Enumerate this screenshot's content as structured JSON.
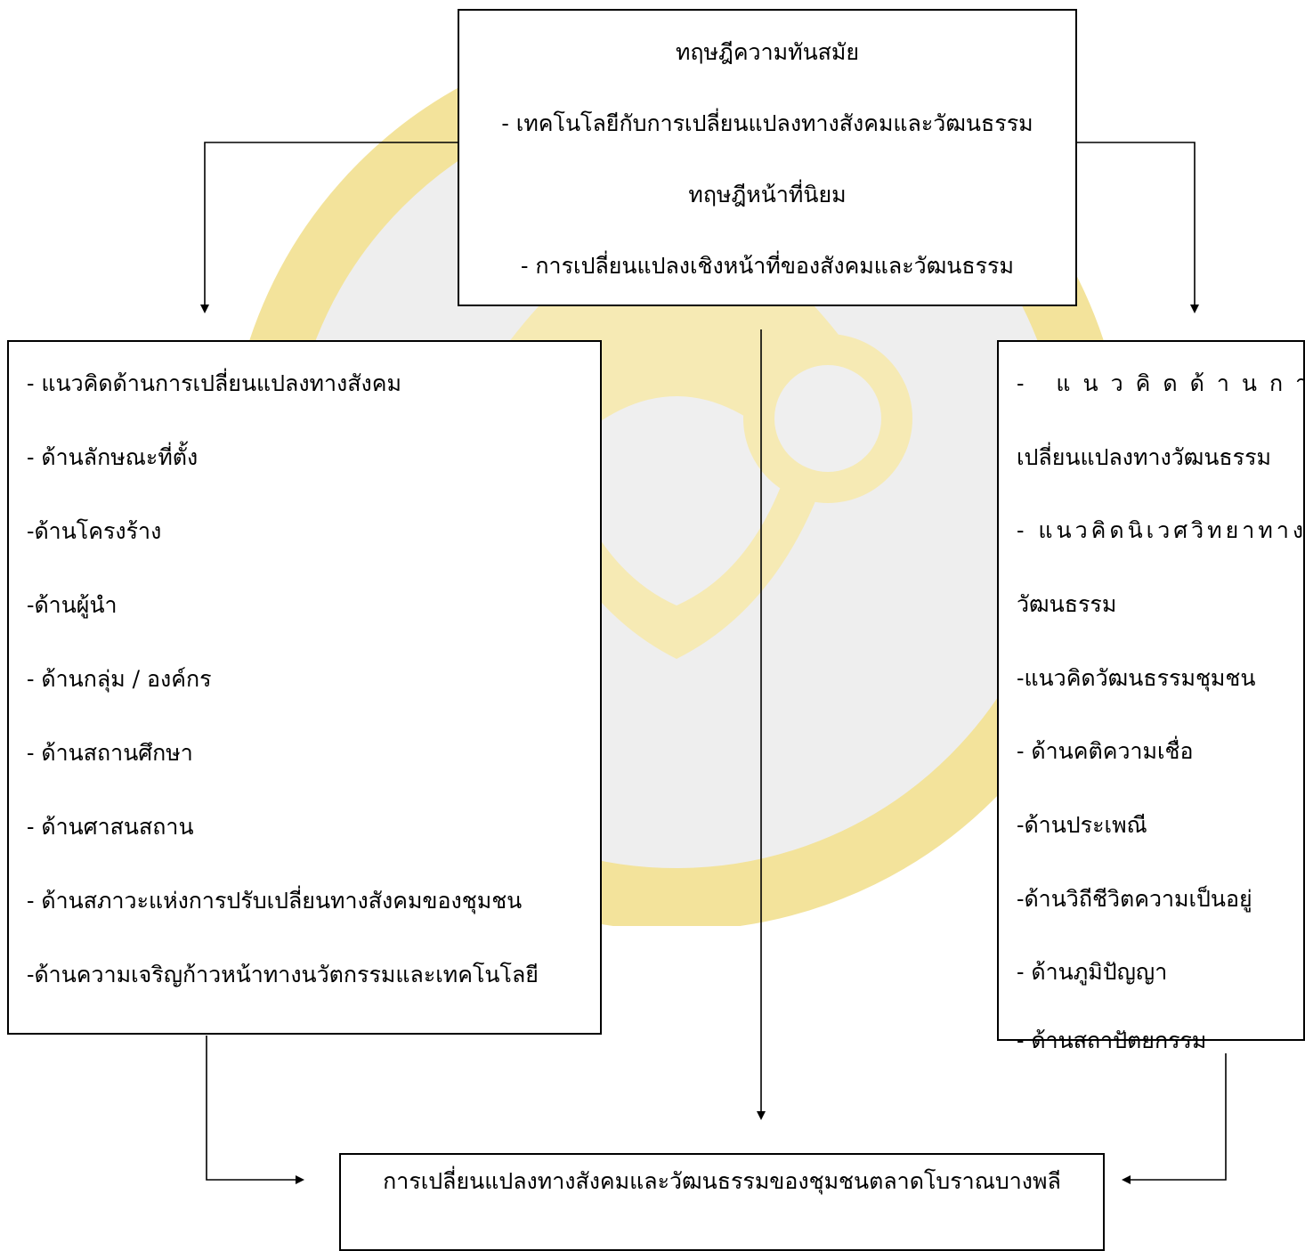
{
  "top_box": {
    "lines": [
      "ทฤษฎีความทันสมัย",
      "- เทคโนโลยีกับการเปลี่ยนแปลงทางสังคมและวัฒนธรรม",
      "ทฤษฎีหน้าที่นิยม",
      "- การเปลี่ยนแปลงเชิงหน้าที่ของสังคมและวัฒนธรรม"
    ]
  },
  "left_box": {
    "lines": [
      "- แนวคิดด้านการเปลี่ยนแปลงทางสังคม",
      "- ด้านลักษณะที่ตั้ง",
      "-ด้านโครงร้าง",
      "-ด้านผู้นำ",
      "- ด้านกลุ่ม / องค์กร",
      "- ด้านสถานศึกษา",
      "- ด้านศาสนสถาน",
      "- ด้านสภาวะแห่งการปรับเปลี่ยนทางสังคมของชุมชน",
      "-ด้านความเจริญก้าวหน้าทางนวัตกรรมและเทคโนโลยี"
    ]
  },
  "right_box": {
    "lines": [
      "- แนวคิดด้านการ",
      "เปลี่ยนแปลงทางวัฒนธรรม",
      "- แนวคิดนิเวศวิทยาทาง",
      "วัฒนธรรม",
      "-แนวคิดวัฒนธรรมชุมชน",
      "- ด้านคติความเชื่อ",
      "-ด้านประเพณี",
      "-ด้านวิถีชีวิตความเป็นอยู่",
      "- ด้านภูมิปัญญา",
      "- ด้านสถาปัตยกรรม"
    ]
  },
  "bottom_box": {
    "text": "การเปลี่ยนแปลงทางสังคมและวัฒนธรรมของชุมชนตลาดโบราณบางพลี"
  },
  "colors": {
    "watermark": "#f4e6a2",
    "watermark_gray": "#ededed",
    "line": "#000000"
  }
}
